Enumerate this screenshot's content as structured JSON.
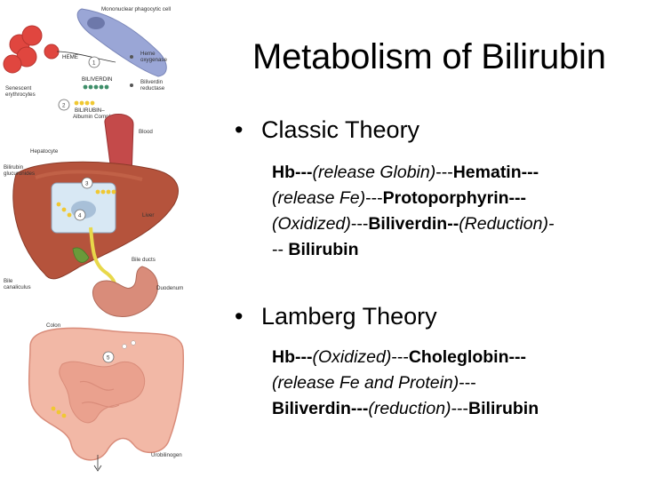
{
  "slide": {
    "title": "Metabolism of Bilirubin",
    "bullet_glyph": "•",
    "sections": [
      {
        "heading": "Classic Theory",
        "lines": [
          [
            {
              "t": "Hb",
              "s": "sub"
            },
            {
              "t": "---",
              "s": "sub"
            },
            {
              "t": "(release Globin)",
              "s": "proc"
            },
            {
              "t": "---",
              "s": "plain"
            },
            {
              "t": "Hematin---",
              "s": "sub"
            }
          ],
          [
            {
              "t": "(release Fe)",
              "s": "proc"
            },
            {
              "t": "---",
              "s": "plain"
            },
            {
              "t": "Protoporphyrin---",
              "s": "sub"
            }
          ],
          [
            {
              "t": "(Oxidized)",
              "s": "proc"
            },
            {
              "t": "---",
              "s": "plain"
            },
            {
              "t": "Biliverdin--",
              "s": "sub"
            },
            {
              "t": "(Reduction)-",
              "s": "proc"
            }
          ],
          [
            {
              "t": "-- ",
              "s": "plain"
            },
            {
              "t": "Bilirubin",
              "s": "sub"
            }
          ]
        ]
      },
      {
        "heading": "Lamberg Theory",
        "lines": [
          [
            {
              "t": "Hb---",
              "s": "sub"
            },
            {
              "t": "(Oxidized)",
              "s": "proc"
            },
            {
              "t": "---",
              "s": "plain"
            },
            {
              "t": "Choleglobin---",
              "s": "sub"
            }
          ],
          [
            {
              "t": "(release Fe and Protein)",
              "s": "proc"
            },
            {
              "t": "---",
              "s": "plain"
            }
          ],
          [
            {
              "t": "Biliverdin---",
              "s": "sub"
            },
            {
              "t": "(reduction)",
              "s": "proc"
            },
            {
              "t": "---",
              "s": "plain"
            },
            {
              "t": "Bilirubin",
              "s": "sub"
            }
          ]
        ]
      }
    ]
  },
  "figure": {
    "labels": {
      "mononuclear": "Mononuclear phagocytic cell",
      "heme": "HEME",
      "heme_oxygenase_1": "Heme",
      "heme_oxygenase_2": "oxygenase",
      "biliverdin": "BILIVERDIN",
      "biliverdin_reductase_1": "Biliverdin",
      "biliverdin_reductase_2": "reductase",
      "senescent_1": "Senescent",
      "senescent_2": "erythrocytes",
      "bilirubin_albumin_1": "BILIRUBIN–",
      "bilirubin_albumin_2": "Albumin Complex",
      "blood": "Blood",
      "hepatocyte": "Hepatocyte",
      "bilirubin_glucuronides_1": "Bilirubin",
      "bilirubin_glucuronides_2": "glucuronides",
      "liver": "Liver",
      "bile_ducts": "Bile ducts",
      "bile_canaliculus_1": "Bile",
      "bile_canaliculus_2": "canaliculus",
      "duodenum": "Duodenum",
      "colon": "Colon",
      "urobilinogen": "Urobilinogen",
      "step1": "1",
      "step2": "2",
      "step3": "3",
      "step4": "4",
      "step5": "5"
    },
    "colors": {
      "rbc": "#e0463f",
      "phagocyte": "#9aa6d6",
      "liver": "#b5533c",
      "liver_highlight": "#c96a4f",
      "aorta": "#c44a4a",
      "bile": "#e8d84a",
      "bilirubin_dot": "#f0c832",
      "gut": "#f2b8a6",
      "gut_dark": "#d98c7a",
      "hepatocyte": "#d8e8f4",
      "biliverdin_dot": "#3f8f6a"
    }
  }
}
